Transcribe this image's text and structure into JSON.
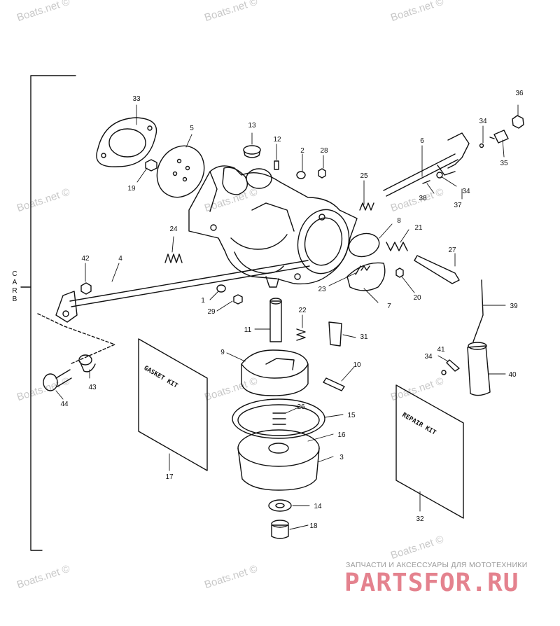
{
  "watermark_text": "Boats.net ©",
  "side_label_letters": [
    "C",
    "A",
    "R",
    "B"
  ],
  "gasket_kit_label": "GASKET KIT",
  "repair_kit_label": "REPAIR KIT",
  "footer_tagline": "ЗАПЧАСТИ И АКСЕССУАРЫ ДЛЯ МОТОТЕХНИКИ",
  "footer_brand": "PARTSFOR.RU",
  "callouts": {
    "n1": "1",
    "n2": "2",
    "n3": "3",
    "n4": "4",
    "n5": "5",
    "n6": "6",
    "n7": "7",
    "n8": "8",
    "n9": "9",
    "n10": "10",
    "n11": "11",
    "n12": "12",
    "n13": "13",
    "n14": "14",
    "n15": "15",
    "n16": "16",
    "n17": "17",
    "n18": "18",
    "n19": "19",
    "n20": "20",
    "n21": "21",
    "n22": "22",
    "n23": "23",
    "n24": "24",
    "n25": "25",
    "n26": "26",
    "n27": "27",
    "n28": "28",
    "n29": "29",
    "n31": "31",
    "n32": "32",
    "n33": "33",
    "n34a": "34",
    "n34b": "34",
    "n34c": "34",
    "n35": "35",
    "n36": "36",
    "n37": "37",
    "n38": "38",
    "n39": "39",
    "n40": "40",
    "n41": "41",
    "n42": "42",
    "n43": "43",
    "n44": "44"
  }
}
